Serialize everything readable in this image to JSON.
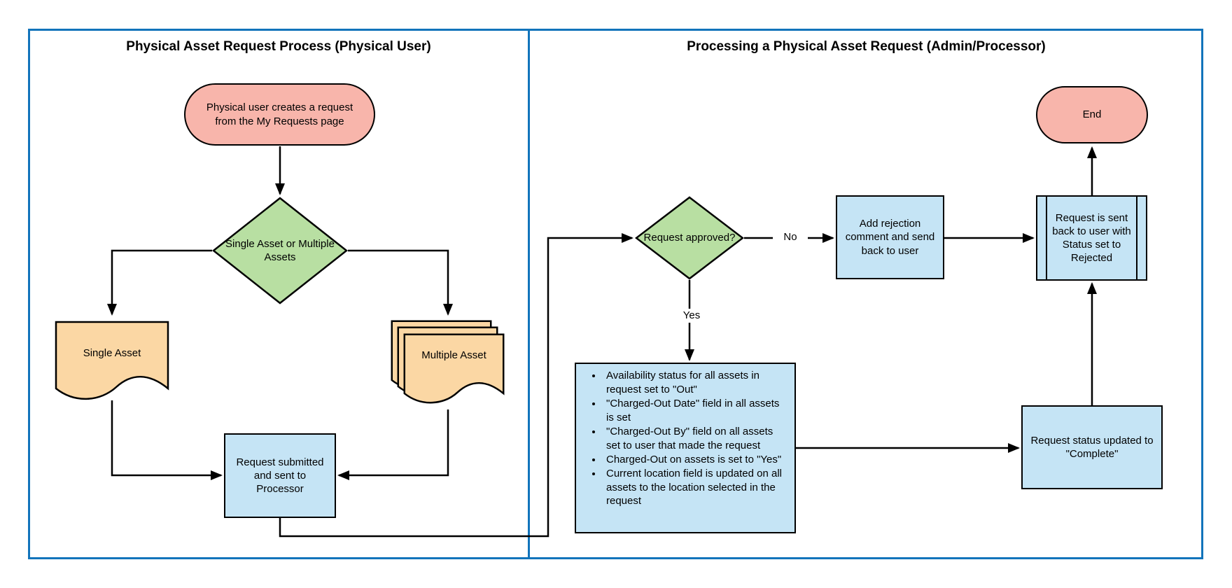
{
  "colors": {
    "frame_blue": "#1274bb",
    "terminator_pink": "#f8b5ab",
    "decision_green": "#b8dfa2",
    "document_orange": "#fbd7a4",
    "process_blue": "#c5e4f5",
    "line_black": "#000000"
  },
  "left_panel": {
    "title": "Physical Asset Request Process (Physical User)",
    "start_label": "Physical user creates a request from the My Requests page",
    "decision_label": "Single Asset or Multiple Assets",
    "single_asset_label": "Single Asset",
    "multiple_asset_label": "Multiple Asset",
    "submit_label": "Request submitted and sent to Processor"
  },
  "right_panel": {
    "title": "Processing a Physical Asset Request (Admin/Processor)",
    "decision_label": "Request approved?",
    "no_label": "No",
    "yes_label": "Yes",
    "reject_label": "Add rejection comment and send back to user",
    "sent_back_label": "Request is sent back to user with Status set to Rejected",
    "end_label": "End",
    "bullets": [
      "Availability status for all assets in request set to \"Out\"",
      "\"Charged-Out Date\" field in all assets is set",
      "\"Charged-Out By\" field on all assets set to user that made the request",
      "Charged-Out on assets is set to \"Yes\"",
      "Current location field is updated on all assets to the location selected in the request"
    ],
    "complete_label": "Request status updated to \"Complete\""
  }
}
